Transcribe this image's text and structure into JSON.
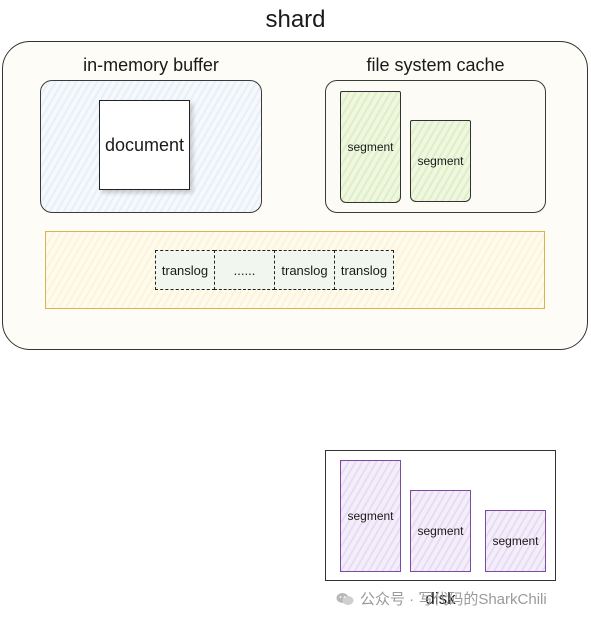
{
  "shard": {
    "title": "shard"
  },
  "buffer": {
    "title": "in-memory buffer",
    "document_label": "document"
  },
  "fs_cache": {
    "title": "file system cache",
    "segments": [
      "segment",
      "segment"
    ]
  },
  "translog": {
    "items": [
      "translog",
      "......",
      "translog",
      "translog"
    ]
  },
  "disk": {
    "title": "disk",
    "segments": [
      "segment",
      "segment",
      "segment"
    ]
  },
  "watermark": {
    "text": "公众号 · 写代码的SharkChili",
    "icon": "wechat-icon"
  },
  "colors": {
    "memory_fill": "#e7eff8",
    "segment_green": "#dfeec5",
    "segment_purple": "#e8dcf2",
    "translog_zone_border": "#d6b64a"
  }
}
